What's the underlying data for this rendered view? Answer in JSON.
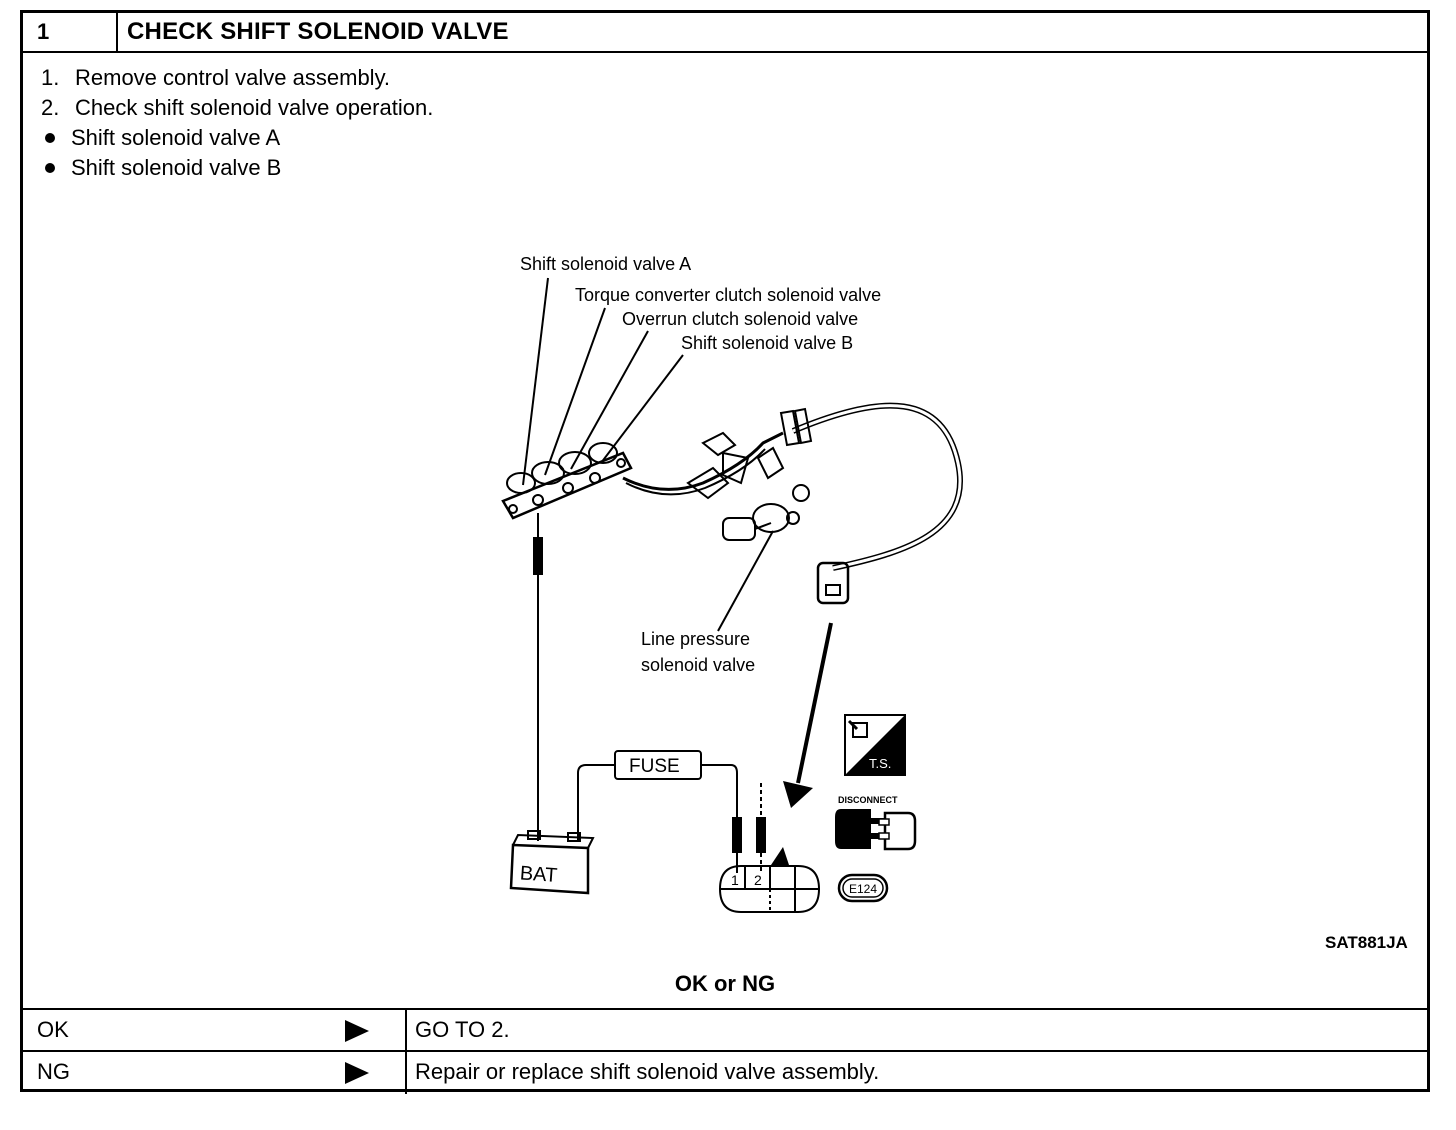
{
  "step": {
    "number": "1",
    "title": "CHECK SHIFT SOLENOID VALVE"
  },
  "instructions": [
    {
      "marker": "1.",
      "text": "Remove control valve assembly."
    },
    {
      "marker": "2.",
      "text": "Check shift solenoid valve operation."
    },
    {
      "marker": "bullet",
      "text": "Shift solenoid valve A"
    },
    {
      "marker": "bullet",
      "text": "Shift solenoid valve B"
    }
  ],
  "diagram": {
    "labels": {
      "shift_a": "Shift solenoid valve A",
      "torque_converter": "Torque converter clutch solenoid valve",
      "overrun": "Overrun clutch solenoid valve",
      "shift_b": "Shift solenoid valve B",
      "line_pressure_1": "Line pressure",
      "line_pressure_2": "solenoid valve",
      "fuse": "FUSE",
      "battery": "BAT",
      "pin1": "1",
      "pin2": "2",
      "connector_id": "E124",
      "ts_icon": "T.S.",
      "disconnect": "DISCONNECT"
    },
    "figure_code": "SAT881JA"
  },
  "result": {
    "title": "OK or NG",
    "rows": [
      {
        "condition": "OK",
        "action": "GO TO 2."
      },
      {
        "condition": "NG",
        "action": "Repair or replace shift solenoid valve assembly."
      }
    ]
  }
}
